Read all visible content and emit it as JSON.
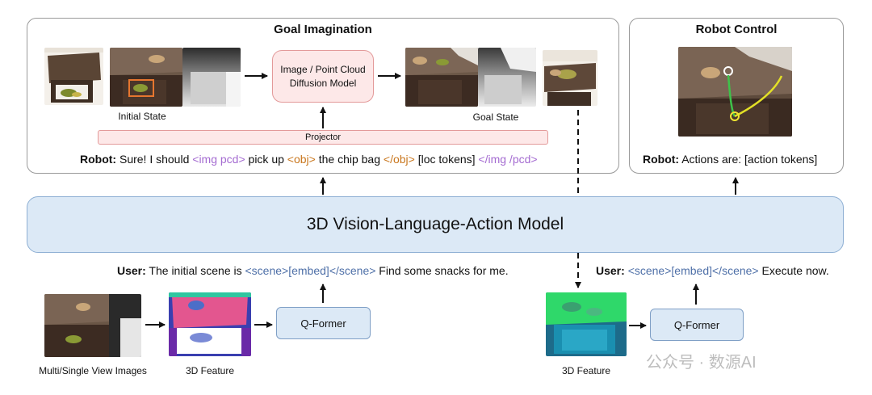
{
  "goal_panel": {
    "title": "Goal Imagination"
  },
  "control_panel": {
    "title": "Robot Control"
  },
  "diffusion": {
    "line1": "Image / Point Cloud",
    "line2": "Diffusion Model"
  },
  "projector": {
    "label": "Projector"
  },
  "labels": {
    "initial_state": "Initial State",
    "goal_state": "Goal State",
    "multi_view": "Multi/Single View Images",
    "feature_left": "3D Feature",
    "feature_right": "3D Feature"
  },
  "robot_goal": {
    "prefix": "Robot:",
    "t1": " Sure! I should ",
    "img_open": "<img pcd>",
    "t2": " pick up ",
    "obj_open": "<obj>",
    "t3": " the chip bag ",
    "obj_close": "</obj>",
    "t4": " [loc tokens] ",
    "img_close": "</img /pcd>"
  },
  "robot_control": {
    "prefix": "Robot:",
    "text": " Actions are: [action tokens]"
  },
  "vla": {
    "label": "3D Vision-Language-Action Model"
  },
  "user_left": {
    "prefix": "User:",
    "t1": " The initial scene is ",
    "scene_open": "<scene>",
    "embed": "[embed]",
    "scene_close": "</scene>",
    "t2": " Find some snacks for me."
  },
  "user_right": {
    "prefix": "User:",
    "scene_open": "<scene>",
    "embed": "[embed]",
    "scene_close": "</scene>",
    "t2": " Execute now."
  },
  "qformer_left": {
    "label": "Q-Former"
  },
  "qformer_right": {
    "label": "Q-Former"
  },
  "watermark": {
    "text": "公众号 · 数源AI"
  },
  "colors": {
    "token_purple": "#a46bd1",
    "token_orange": "#c9771e",
    "token_blue": "#4f70a8",
    "model_blue": "#dce9f6",
    "diffusion_pink": "#fde8e8"
  }
}
